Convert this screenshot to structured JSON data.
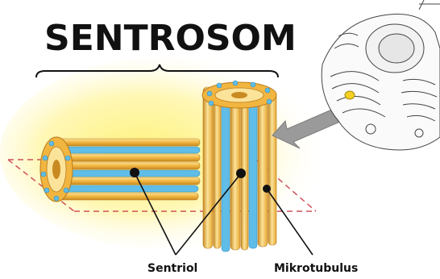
{
  "diagram": {
    "title": "SENTROSOM",
    "labels": {
      "centriole": "Sentriol",
      "microtubule": "Mikrotubulus"
    }
  },
  "colors": {
    "glow": "#fff27a",
    "tubule_gold": "#f2b640",
    "tubule_light": "#fbe39a",
    "tubule_blue": "#5fbde8",
    "tubule_dark": "#b97a1c",
    "arrow_gray": "#9a9a9a",
    "plane_dash": "#d0505a",
    "text": "#111111"
  },
  "icons": [
    "cell-illustration-icon",
    "pointer-arrow-icon"
  ]
}
